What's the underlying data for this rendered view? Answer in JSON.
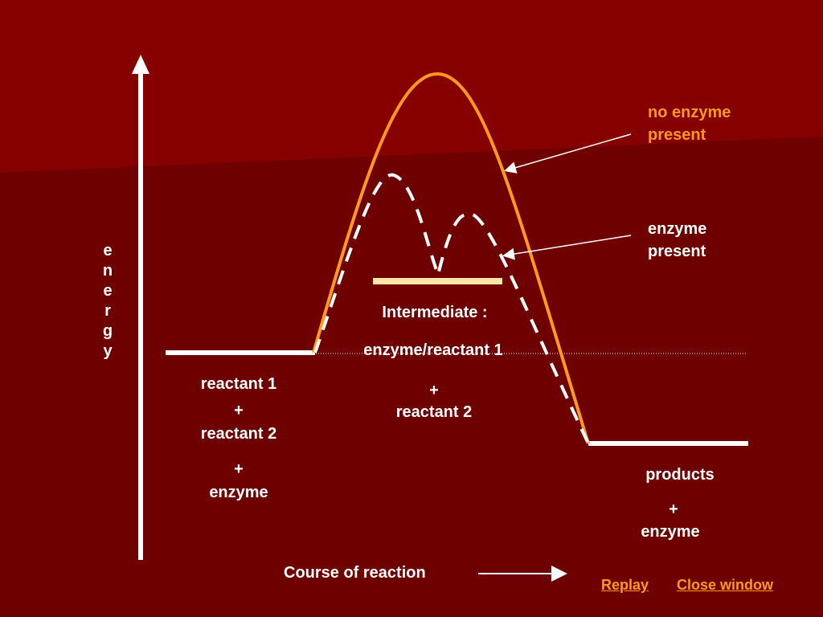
{
  "colors": {
    "background": "#6e0000",
    "background_top": "#8a0000",
    "no_enzyme_curve": "#ff9a1e",
    "enzyme_curve": "#ffffff",
    "intermediate_bar": "#ffe6a8",
    "link": "#ff9a1e"
  },
  "axis": {
    "y_label_letters": [
      "e",
      "n",
      "e",
      "r",
      "g",
      "y"
    ],
    "x_label": "Course of reaction"
  },
  "labels": {
    "no_enzyme": [
      "no enzyme",
      "present"
    ],
    "enzyme": [
      "enzyme",
      "present"
    ],
    "intermediate_title": "Intermediate :",
    "intermediate_line1": "enzyme/reactant 1",
    "intermediate_plus": "+",
    "intermediate_line2": "reactant 2",
    "reactants": [
      "reactant 1",
      "+",
      "reactant 2"
    ],
    "reactants_enzyme": [
      "+",
      "enzyme"
    ],
    "products": "products",
    "products_enzyme": [
      "+",
      "enzyme"
    ]
  },
  "links": {
    "replay": "Replay",
    "close": "Close window"
  }
}
